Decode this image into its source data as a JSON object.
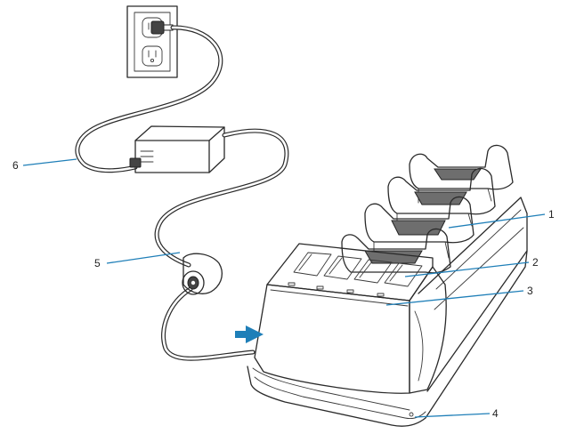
{
  "callouts": {
    "c1": "1",
    "c2": "2",
    "c3": "3",
    "c4": "4",
    "c5": "5",
    "c6": "6"
  },
  "colors": {
    "outline": "#2a2a2a",
    "leader": "#1f7fb8",
    "arrow": "#1f7fb8",
    "cradle_dark": "#6e6e6e"
  },
  "icons": {
    "insert_arrow": "arrow-right-icon"
  }
}
